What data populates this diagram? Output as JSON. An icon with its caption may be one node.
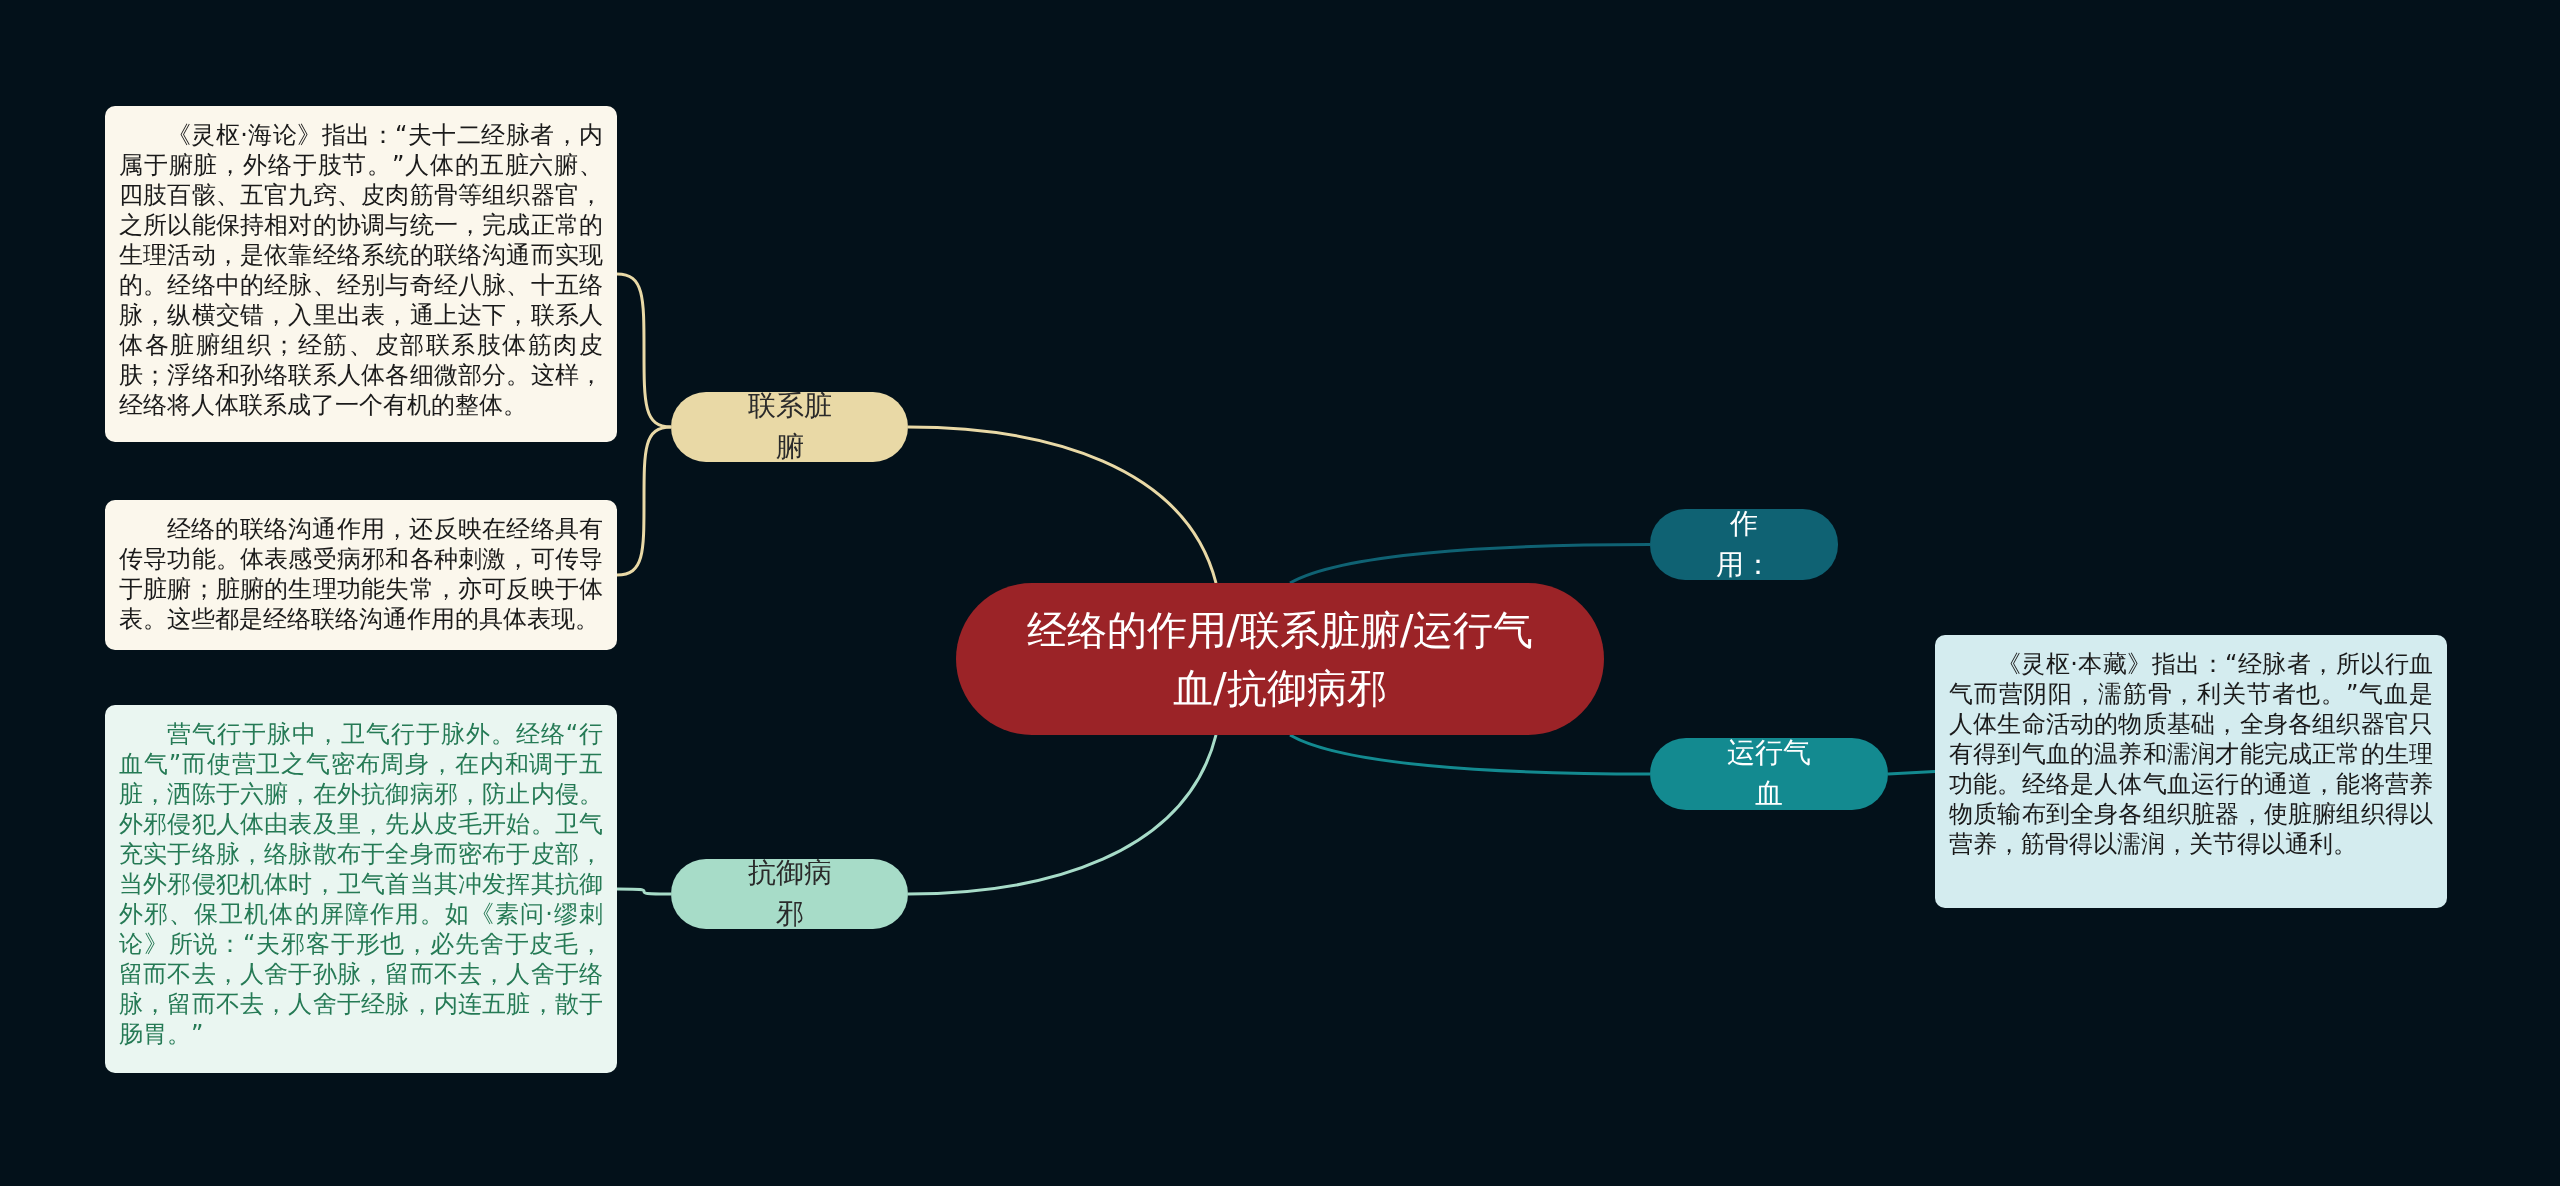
{
  "diagram": {
    "nodes": [
      {
        "text": [
          "经络的作用/联系脏腑/运行气血/抗御病邪"
        ]
      },
      {
        "text": [
          "联系脏腑"
        ]
      },
      {
        "text": [
          "《灵枢·海论》指出：“夫十二经脉者，内属于腑脏，外络于肢节。”人体的五脏六腑、四肢百骸、五官九窍、皮肉筋骨等组织器官，之所以能保持相对的协调与统一，完成正常的生理活动，是依靠经络系统的联络沟通而实现的。经络中的经脉、经别与奇经八脉、十五络脉，纵横交错，入里出表，通上达下，联系人体各脏腑组织；经筋、皮部联系肢体筋肉皮肤；浮络和孙络联系人体各细微部分。这样，经络将人体联系成了一个有机的整体。"
        ]
      },
      {
        "text": [
          "经络的联络沟通作用，还反映在经络具有传导功能。体表感受病邪和各种刺激，可传导于脏腑；脏腑的生理功能失常，亦可反映于体表。这些都是经络联络沟通作用的具体表现。"
        ]
      },
      {
        "text": [
          "作用："
        ]
      },
      {
        "text": [
          "运行气血"
        ]
      },
      {
        "text": [
          "《灵枢·本藏》指出：“经脉者，所以行血气而营阴阳，濡筋骨，利关节者也。”气血是人体生命活动的物质基础，全身各组织器官只有得到气血的温养和濡润才能完成正常的生理功能。经络是人体气血运行的通道，能将营养物质输布到全身各组织脏器，使脏腑组织得以营养，筋骨得以濡润，关节得以通利。"
        ]
      },
      {
        "text": [
          "抗御病邪"
        ]
      },
      {
        "text": [
          "营气行于脉中，卫气行于脉外。经络“行血气”而使营卫之气密布周身，在内和调于五脏，洒陈于六腑，在外抗御病邪，防止内侵。外邪侵犯人体由表及里，先从皮毛开始。卫气充实于络脉，络脉散布于全身而密布于皮部，当外邪侵犯机体时，卫气首当其冲发挥其抗御外邪、保卫机体的屏障作用。如《素问·缪刺论》所说：“夫邪客于形也，必先舍于皮毛，留而不去，人舍于孙脉，留而不去，人舍于络脉，留而不去，人舍于经脉，内连五脏，散于肠胃。”"
        ]
      }
    ],
    "edges": [
      {
        "from": 0,
        "to": 1,
        "arrow": "none",
        "color": "#e9d9a6"
      },
      {
        "from": 1,
        "to": 2,
        "arrow": "none",
        "color": "#e9d9a6"
      },
      {
        "from": 1,
        "to": 3,
        "arrow": "none",
        "color": "#e9d9a6"
      },
      {
        "from": 0,
        "to": 4,
        "arrow": "none",
        "color": "#0f6273"
      },
      {
        "from": 0,
        "to": 5,
        "arrow": "none",
        "color": "#138a90"
      },
      {
        "from": 5,
        "to": 6,
        "arrow": "none",
        "color": "#138a90"
      },
      {
        "from": 0,
        "to": 7,
        "arrow": "none",
        "color": "#a7dcc8"
      },
      {
        "from": 7,
        "to": 8,
        "arrow": "none",
        "color": "#a7dcc8"
      }
    ]
  }
}
